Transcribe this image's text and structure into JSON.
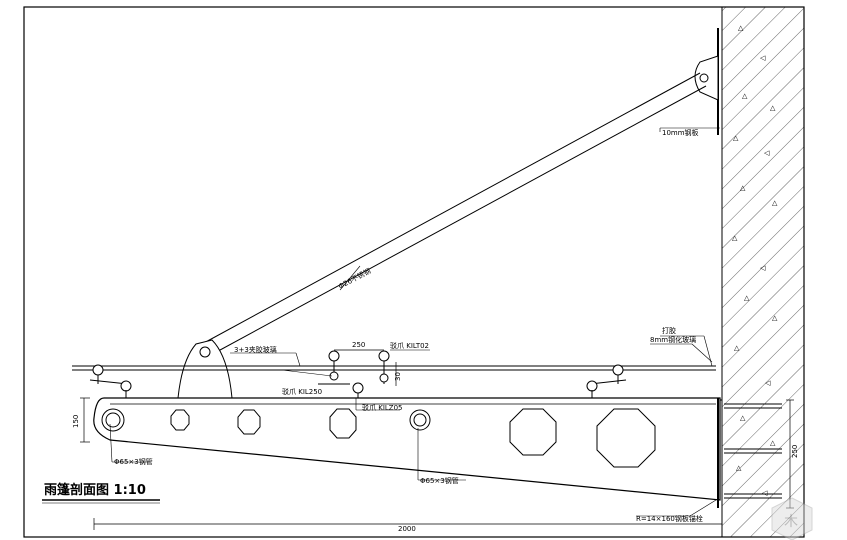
{
  "drawing_title": "雨篷剖面图 1:10",
  "labels": {
    "tie_rod": "Φ26不锈钢",
    "wall_plate": "10mm钢板",
    "glass_top": "3+3夹胶玻璃",
    "dim_250": "250",
    "part_kilt02": "驳爪  KILT02",
    "dim_30": "30",
    "part_kil250": "驳爪  KIL250",
    "part_kilz05": "驳爪  KILZ05",
    "seal": "打胶",
    "glass_8mm": "8mm钢化玻璃",
    "dim_150": "150",
    "pipe_left": "Φ65×3钢管",
    "pipe_mid": "Φ65×3钢管",
    "anchor_plate": "R=14×160钢板锚栓",
    "dim_250_right": "250",
    "dim_2000": "2000"
  },
  "watermark": "木"
}
